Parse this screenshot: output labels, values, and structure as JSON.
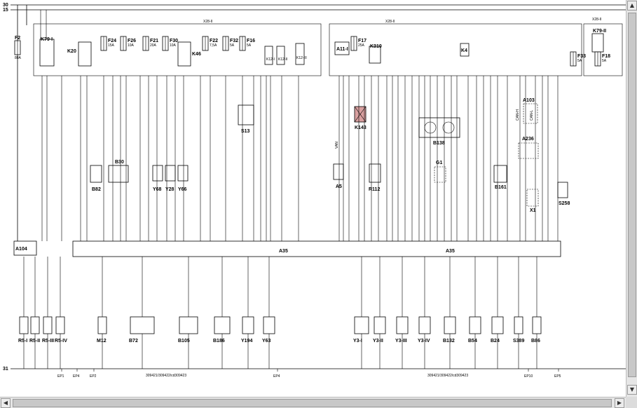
{
  "diagram": {
    "rails": {
      "top1": "30",
      "top2": "15",
      "bottom": "31"
    },
    "connectors": {
      "x28_left": "X28-II",
      "x28_right": "X28-II",
      "x28_far": "X28-II",
      "a35_left": "A35",
      "a35_right": "A35"
    },
    "relays": {
      "k79_left": "K79-I",
      "k79_right": "K79-II",
      "k20": "K20",
      "k46": "K46",
      "k310": "K310",
      "a11": "A11-I",
      "k4": "K4",
      "k12_1": "K12-I",
      "k12_2": "K12-II",
      "k12_3": "K12-III"
    },
    "fuses": [
      {
        "name": "F2",
        "rating": "80A"
      },
      {
        "name": "F24",
        "rating": "15A"
      },
      {
        "name": "F26",
        "rating": "10A"
      },
      {
        "name": "F21",
        "rating": "20A"
      },
      {
        "name": "F30",
        "rating": "10A"
      },
      {
        "name": "F22",
        "rating": "7,5A"
      },
      {
        "name": "F32",
        "rating": "5A"
      },
      {
        "name": "F16",
        "rating": "5A"
      },
      {
        "name": "F17",
        "rating": "25A"
      },
      {
        "name": "F33",
        "rating": "5A"
      },
      {
        "name": "F18",
        "rating": "5A"
      }
    ],
    "components": {
      "s13": "S13",
      "k143": "K143",
      "b138": "B138",
      "a103": "A103",
      "a236": "A236",
      "b82": "B82",
      "b30": "B30",
      "y68": "Y68",
      "y28": "Y28",
      "y66": "Y66",
      "a5": "A5",
      "r112": "R112",
      "g1": "G1",
      "b161": "B161",
      "x1": "X1",
      "s258": "S258",
      "a104": "A104",
      "van": "VAN",
      "can_h": "CAN-H",
      "can_l": "CAN-L"
    },
    "bottom_components": [
      "R5-I",
      "R5-II",
      "R5-III",
      "R5-IV",
      "M12",
      "B72",
      "B105",
      "B186",
      "Y194",
      "Y63",
      "Y3-I",
      "Y3-II",
      "Y3-III",
      "Y3-IV",
      "B132",
      "B54",
      "B24",
      "S389",
      "B86"
    ],
    "grounds": [
      "EP1",
      "EP4",
      "EP2",
      "EP4",
      "EP10",
      "EP5"
    ],
    "references": {
      "left": "309421/309422/cd309423",
      "right": "309421/309422/cd309423"
    }
  },
  "viewer": {
    "scroll": {
      "up": "▲",
      "down": "▼",
      "left": "◀",
      "right": "▶"
    },
    "icons": [
      "scroll-up-arrow-icon",
      "scroll-down-arrow-icon",
      "scroll-left-arrow-icon",
      "scroll-right-arrow-icon"
    ]
  }
}
